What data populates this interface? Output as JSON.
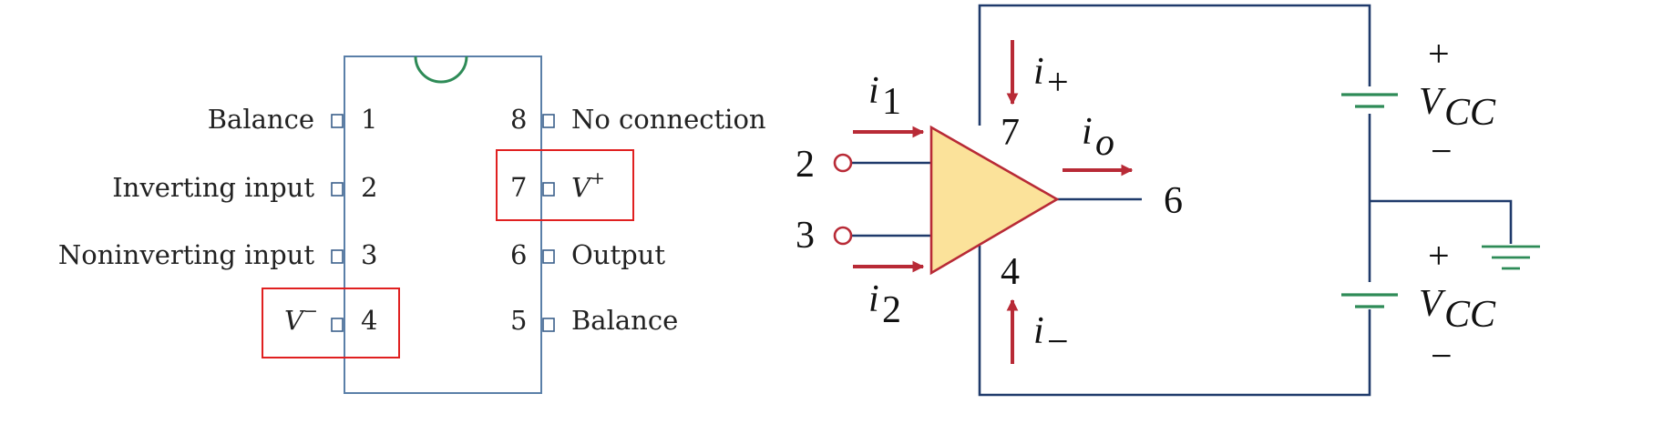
{
  "chip": {
    "left_pins": [
      {
        "label": "Balance",
        "number": "1"
      },
      {
        "label": "Inverting input",
        "number": "2"
      },
      {
        "label": "Noninverting input",
        "number": "3"
      },
      {
        "label": "V",
        "sup": "−",
        "number": "4"
      }
    ],
    "right_pins": [
      {
        "number": "8",
        "label": "No connection"
      },
      {
        "number": "7",
        "label": "V",
        "sup": "+"
      },
      {
        "number": "6",
        "label": "Output"
      },
      {
        "number": "5",
        "label": "Balance"
      }
    ],
    "highlight_color": "#e02020"
  },
  "circuit": {
    "input_pin_top": "2",
    "input_pin_bottom": "3",
    "output_pin": "6",
    "supply_pin_top": "7",
    "supply_pin_bottom": "4",
    "current_i1": {
      "base": "i",
      "sub": "1"
    },
    "current_i2": {
      "base": "i",
      "sub": "2"
    },
    "current_io": {
      "base": "i",
      "sub": "o"
    },
    "current_iplus": {
      "base": "i",
      "sub": "+"
    },
    "current_iminus": {
      "base": "i",
      "sub": "−"
    },
    "supply_top": {
      "base": "V",
      "sub": "CC",
      "plus": "+",
      "minus": "−"
    },
    "supply_bottom": {
      "base": "V",
      "sub": "CC",
      "plus": "+",
      "minus": "−"
    },
    "colors": {
      "wire": "#1f3a6b",
      "arrow": "#b82a36",
      "opamp_fill": "#fbe29a",
      "opamp_stroke": "#b82a36",
      "battery": "#2e8b57",
      "ground": "#2e8b57",
      "chip_outline": "#5a7fa8",
      "notch": "#2e8b57"
    }
  }
}
